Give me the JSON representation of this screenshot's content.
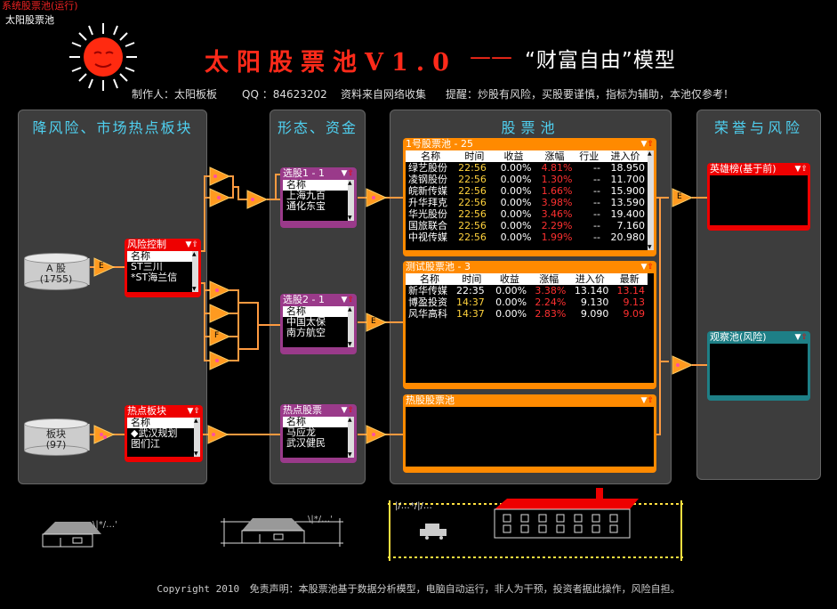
{
  "window": {
    "title": "系统股票池(运行)",
    "subtitle": "太阳股票池"
  },
  "header": {
    "title": "太阳股票池V1.0",
    "dash": "——",
    "subtitle": "“财富自由”模型",
    "author": "制作人：太阳板板",
    "qq": "QQ ：84623202",
    "source": "资料来自网络收集",
    "warning": "提醒：炒股有风险，买股要谨慎，指标为辅助，本池仅参考！"
  },
  "panels": {
    "left": "降风险、市场热点板块",
    "form": "形态、资金",
    "pool": "股票池",
    "honor": "荣誉与风险"
  },
  "sources": {
    "a_share": {
      "name": "A 股",
      "count": "(1755)"
    },
    "sector": {
      "name": "板块",
      "count": "(97)"
    }
  },
  "widgets": {
    "risk": {
      "title": "风险控制",
      "header": "名称",
      "rows": [
        "ST三川",
        "*ST海兰信"
      ]
    },
    "hot": {
      "title": "热点板块",
      "header": "名称",
      "rows": [
        "◆武汉规划",
        "图们江"
      ]
    },
    "select1": {
      "title": "选股1 - 1",
      "header": "名称",
      "rows": [
        "上海九百",
        "通化东宝"
      ]
    },
    "select2": {
      "title": "选股2 - 1",
      "header": "名称",
      "rows": [
        "中国太保",
        "南方航空"
      ]
    },
    "hotstock": {
      "title": "热点股票",
      "header": "名称",
      "rows": [
        "马应龙",
        "武汉健民"
      ]
    },
    "heroes": {
      "title": "英雄榜(基于前)"
    },
    "watch": {
      "title": "观察池(风险)"
    }
  },
  "pool1": {
    "title": "1号股票池 - 25",
    "columns": [
      "名称",
      "时间",
      "收益",
      "涨幅",
      "行业",
      "进入价"
    ],
    "rows": [
      [
        "绿艺股份",
        "22:56",
        "0.00%",
        "4.81%",
        "--",
        "18.950"
      ],
      [
        "凌钢股份",
        "22:56",
        "0.00%",
        "1.30%",
        "--",
        "11.700"
      ],
      [
        "皖新传媒",
        "22:56",
        "0.00%",
        "1.66%",
        "--",
        "15.900"
      ],
      [
        "升华拜克",
        "22:56",
        "0.00%",
        "3.98%",
        "--",
        "13.590"
      ],
      [
        "华光股份",
        "22:56",
        "0.00%",
        "3.46%",
        "--",
        "19.400"
      ],
      [
        "国旅联合",
        "22:56",
        "0.00%",
        "2.29%",
        "--",
        "7.160"
      ],
      [
        "中视传媒",
        "22:56",
        "0.00%",
        "1.99%",
        "--",
        "20.980"
      ]
    ]
  },
  "pool_test": {
    "title": "测试股票池 - 3",
    "columns": [
      "名称",
      "时间",
      "收益",
      "涨幅",
      "进入价",
      "最新"
    ],
    "rows": [
      [
        "新华传媒",
        "22:35",
        "0.00%",
        "3.38%",
        "13.140",
        "13.14"
      ],
      [
        "博盈投资",
        "14:37",
        "0.00%",
        "2.24%",
        "9.130",
        "9.13"
      ],
      [
        "风华高科",
        "14:37",
        "0.00%",
        "2.83%",
        "9.090",
        "9.09"
      ]
    ]
  },
  "pool_hot": {
    "title": "热股股票池"
  },
  "gates": {
    "e": "E",
    "f": "F"
  },
  "scenery": {
    "sky1": "\\|*/…'",
    "sky2": "\\|*/…'",
    "sky3": "|/…*/|/…"
  },
  "footer": {
    "copyright": "Copyright 2010",
    "disclaimer": "免责声明：本股票池基于数据分析模型，电脑自动运行，非人为干预，投资者据此操作，风险自担。"
  },
  "colors": {
    "accent_orange": "#ff8a00",
    "alert_red": "#e00",
    "purple": "#9a3a8a",
    "teal": "#1e7f86",
    "up_red": "#ff3030",
    "yellow": "#ffd23c"
  }
}
